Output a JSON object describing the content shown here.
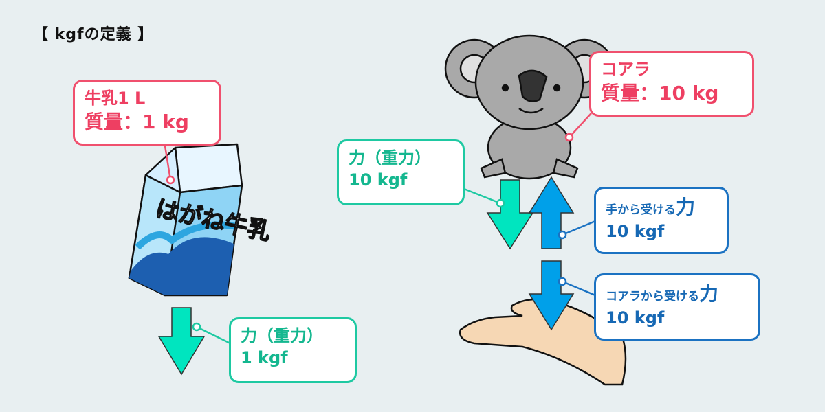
{
  "title": "【 kgfの定義 】",
  "milk": {
    "carton_text": "はがね牛乳",
    "label_line1": "牛乳1 L",
    "label_line2": "質量：1 kg",
    "gravity_line1": "力（重力）",
    "gravity_line2": "1 kgf"
  },
  "koala": {
    "label_line1": "コアラ",
    "label_line2": "質量：10 kg",
    "gravity_line1": "力（重力）",
    "gravity_line2": "10 kgf",
    "from_hand_prefix": "手から受ける",
    "from_hand_suffix": "力",
    "from_hand_value": "10 kgf",
    "from_koala_prefix": "コアラから受ける",
    "from_koala_suffix": "力",
    "from_koala_value": "10 kgf"
  },
  "colors": {
    "background": "#e8eff1",
    "mass": "#f0506e",
    "gravity": "#1ec9a2",
    "contact_force": "#1b72c2",
    "arrow_green": "#00e5bf",
    "arrow_blue": "#00a0e9"
  }
}
